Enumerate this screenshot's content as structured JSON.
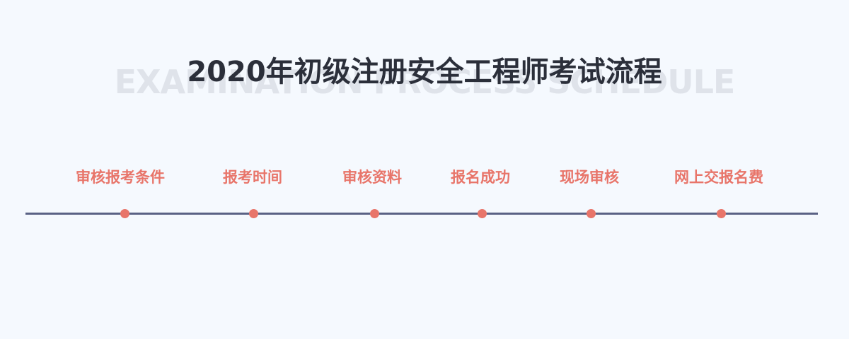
{
  "header": {
    "title": "2020年初级注册安全工程师考试流程",
    "watermark": "EXAMINATION PROCESS SCHEDULE"
  },
  "timeline": {
    "steps": [
      {
        "label": "审核报考条件"
      },
      {
        "label": "报考时间"
      },
      {
        "label": "审核资料"
      },
      {
        "label": "报名成功"
      },
      {
        "label": "现场审核"
      },
      {
        "label": "网上交报名费"
      }
    ]
  },
  "colors": {
    "background": "#f5f9fe",
    "title": "#2b2f3a",
    "watermark": "#dfe3ea",
    "accent": "#e8756a",
    "line": "#5a6285"
  }
}
